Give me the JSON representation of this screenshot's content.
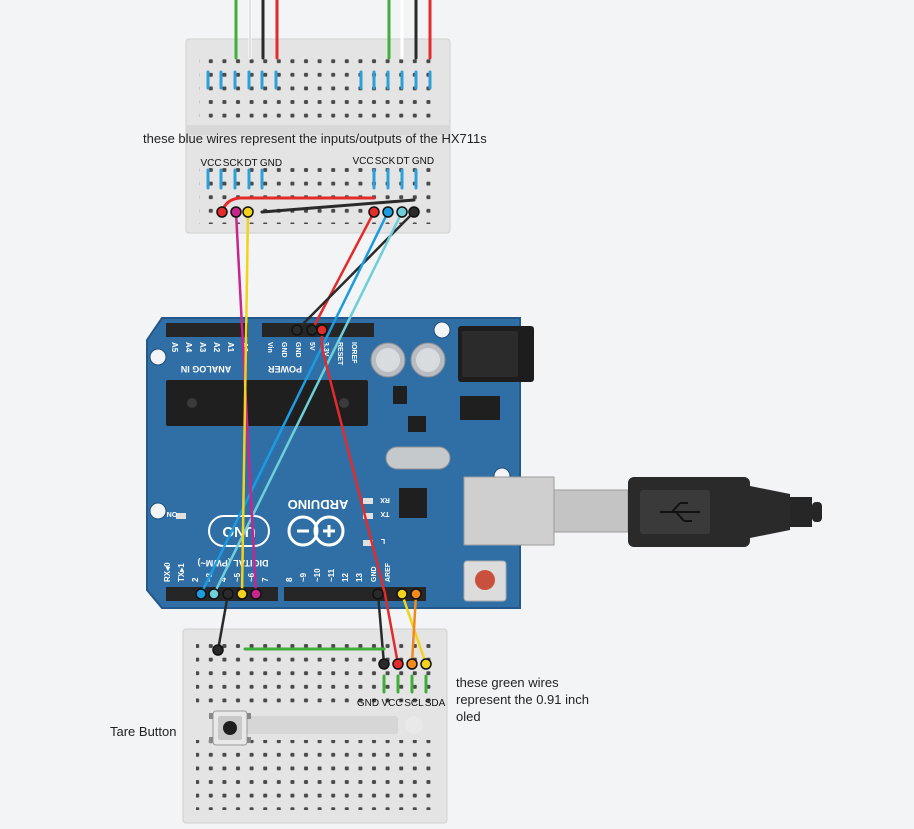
{
  "annotations": {
    "hx711_note": "these blue wires represent the inputs/outputs of the HX711s",
    "oled_note_line1": "these green wires",
    "oled_note_line2": "represent the 0.91 inch",
    "oled_note_line3": "oled",
    "tare_note": "Tare Button"
  },
  "hx711_left_pins": [
    "VCC",
    "SCK",
    "DT",
    "GND"
  ],
  "hx711_right_pins": [
    "VCC",
    "SCK",
    "DT",
    "GND"
  ],
  "oled_pins": [
    "GND",
    "VCC",
    "SCL",
    "SDA"
  ],
  "arduino": {
    "brand": "ARDUINO",
    "model": "UNO",
    "analog_header": "ANALOG IN",
    "power_header": "POWER",
    "digital_header": "DIGITAL (PWM~)",
    "on_label": "ON",
    "tx_label": "TX",
    "rx_label": "RX",
    "l_label": "L",
    "aref_label": "AREF",
    "gnd_label": "GND",
    "analog_pins": [
      "A5",
      "A4",
      "A3",
      "A2",
      "A1",
      "A0"
    ],
    "power_pins": [
      "Vin",
      "GND",
      "GND",
      "5V",
      "3.3V",
      "RESET",
      "IOREF"
    ],
    "digital_pins_low": [
      "RX◂0",
      "TX▸1",
      "2",
      "~3",
      "4",
      "~5",
      "~6",
      "7"
    ],
    "digital_pins_high": [
      "8",
      "~9",
      "~10",
      "~11",
      "12",
      "13"
    ]
  },
  "wire_colors": {
    "red": "#e32b2b",
    "black": "#2a2a2a",
    "blue": "#1b9be0",
    "cyan": "#6fcfd9",
    "magenta": "#c8268d",
    "yellow": "#f3d21b",
    "orange": "#f08a1d",
    "green": "#3fae3a",
    "white": "#ffffff",
    "breadboard_blue": "#2e9fd8",
    "board_blue": "#2f6fa6"
  }
}
